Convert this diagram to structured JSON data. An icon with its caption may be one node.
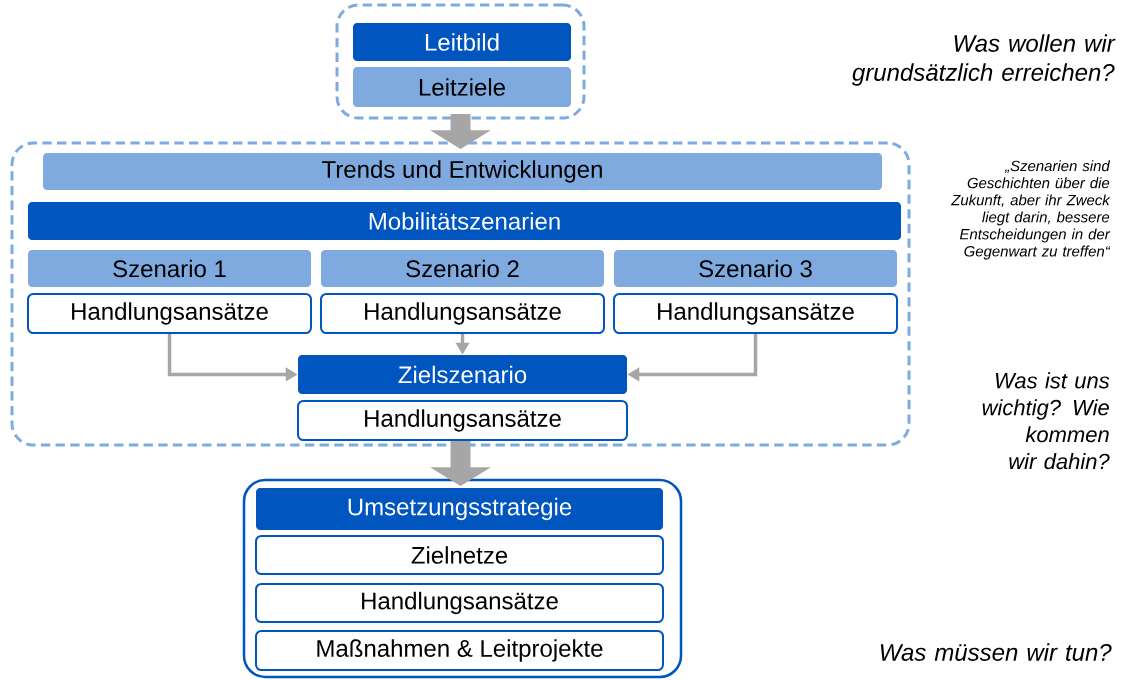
{
  "diagram": {
    "nodes": [
      {
        "text": [],
        "shape": "box"
      },
      {
        "text": [
          "Leitbild"
        ],
        "in": 0
      },
      {
        "text": [
          "Leitziele"
        ],
        "in": 0
      },
      {
        "text": [],
        "shape": "box"
      },
      {
        "text": [
          "Trends und Entwicklungen"
        ],
        "in": 3
      },
      {
        "text": [
          "Mobilitätszenarien"
        ],
        "in": 3
      },
      {
        "text": [
          "Szenario 1"
        ],
        "in": 3
      },
      {
        "text": [
          "Handlungsansätze"
        ],
        "in": 3
      },
      {
        "text": [
          "Szenario 2"
        ],
        "in": 3
      },
      {
        "text": [
          "Handlungsansätze"
        ],
        "in": 3
      },
      {
        "text": [
          "Szenario 3"
        ],
        "in": 3
      },
      {
        "text": [
          "Handlungsansätze"
        ],
        "in": 3
      },
      {
        "text": [
          "Zielszenario"
        ],
        "in": 3
      },
      {
        "text": [
          "Handlungsansätze"
        ],
        "in": 3
      },
      {
        "text": [],
        "shape": "box"
      },
      {
        "text": [
          "Umsetzungsstrategie"
        ],
        "in": 14
      },
      {
        "text": [
          "Zielnetze"
        ],
        "in": 14
      },
      {
        "text": [
          "Handlungsansätze"
        ],
        "in": 14
      },
      {
        "text": [
          "Maßnahmen & Leitprojekte"
        ],
        "in": 14
      }
    ],
    "edges": [
      {
        "from": 0,
        "to": 3,
        "arrow": "to",
        "style": "thick"
      },
      {
        "from": 7,
        "to": 12,
        "arrow": "to"
      },
      {
        "from": 9,
        "to": 12,
        "arrow": "to"
      },
      {
        "from": 11,
        "to": 12,
        "arrow": "to"
      },
      {
        "from": 3,
        "to": 14,
        "arrow": "to",
        "style": "thick"
      }
    ],
    "labels": [
      "Was wollen wir grundsätzlich erreichen?",
      "„Szenarien sind Geschichten über die Zukunft, aber ihr Zweck liegt darin, bessere Entscheidungen in der Gegenwart zu treffen“",
      "Was ist uns wichtig? Wie kommen wir dahin?",
      "Was müssen wir tun?"
    ]
  }
}
